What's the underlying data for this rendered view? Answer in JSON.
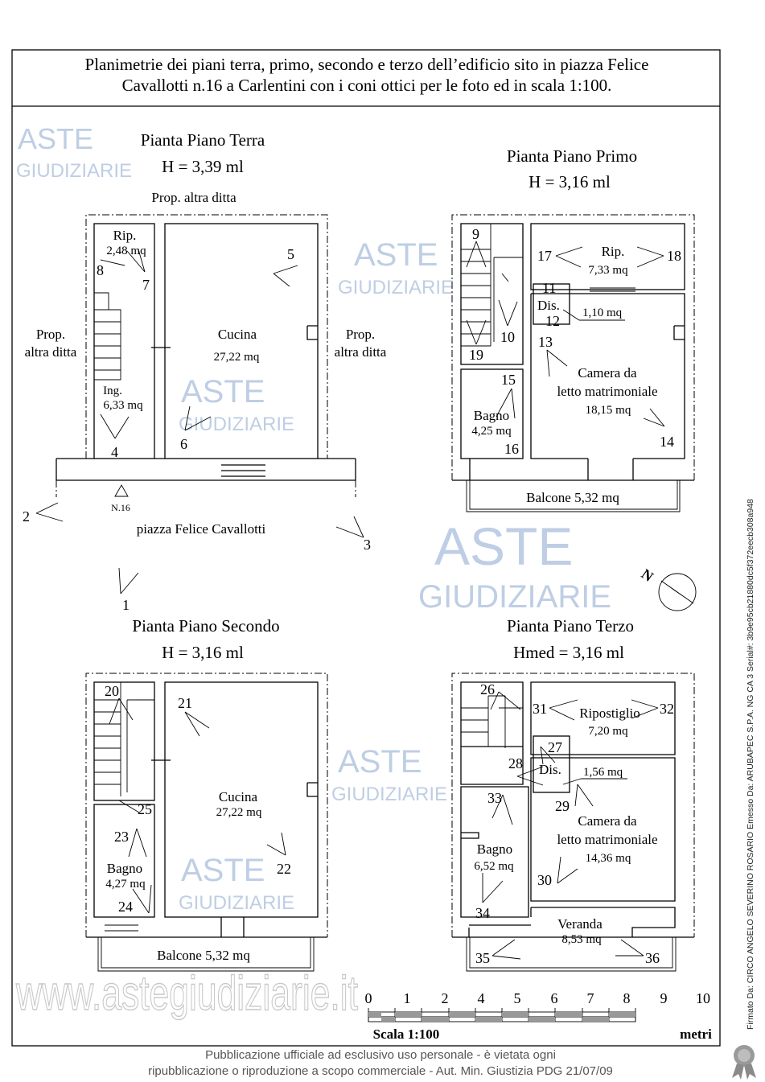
{
  "title": {
    "line1": "Planimetrie dei piani terra, primo, secondo e terzo dell’edificio sito in piazza Felice",
    "line2": "Cavallotti n.16 a Carlentini con i coni ottici per le foto ed in scala 1:100."
  },
  "terra": {
    "title": "Pianta Piano Terra",
    "height": "H = 3,39 ml",
    "prop_top": "Prop. altra ditta",
    "prop_left": [
      "Prop.",
      "altra ditta"
    ],
    "prop_right": [
      "Prop.",
      "altra ditta"
    ],
    "rip": [
      "Rip.",
      "2,48 mq"
    ],
    "cucina": [
      "Cucina",
      "27,22 mq"
    ],
    "ing": [
      "Ing.",
      "6,33 mq"
    ],
    "civic": "N.16",
    "street": "piazza Felice Cavallotti",
    "cams": [
      "1",
      "2",
      "3",
      "4",
      "5",
      "6",
      "7",
      "8"
    ]
  },
  "primo": {
    "title": "Pianta Piano Primo",
    "height": "H = 3,16 ml",
    "rip": [
      "Rip.",
      "7,33 mq"
    ],
    "dis": [
      "Dis.",
      "1,10 mq"
    ],
    "camera": [
      "Camera da",
      "letto matrimoniale",
      "18,15 mq"
    ],
    "bagno": [
      "Bagno",
      "4,25 mq"
    ],
    "balcone": "Balcone 5,32 mq",
    "cams": [
      "9",
      "10",
      "11",
      "12",
      "13",
      "14",
      "15",
      "16",
      "17",
      "18",
      "19"
    ]
  },
  "secondo": {
    "title": "Pianta Piano Secondo",
    "height": "H = 3,16 ml",
    "cucina": [
      "Cucina",
      "27,22 mq"
    ],
    "bagno": [
      "Bagno",
      "4,27 mq"
    ],
    "balcone": "Balcone 5,32 mq",
    "cams": [
      "20",
      "21",
      "22",
      "23",
      "24",
      "25"
    ]
  },
  "terzo": {
    "title": "Pianta Piano Terzo",
    "height": "Hmed = 3,16 ml",
    "ripostiglio": [
      "Ripostiglio",
      "7,20 mq"
    ],
    "dis": [
      "Dis.",
      "1,56 mq"
    ],
    "camera": [
      "Camera da",
      "letto matrimoniale",
      "14,36 mq"
    ],
    "bagno": [
      "Bagno",
      "6,52 mq"
    ],
    "veranda": [
      "Veranda",
      "8,53 mq"
    ],
    "cams": [
      "26",
      "27",
      "28",
      "29",
      "30",
      "31",
      "32",
      "33",
      "34",
      "35",
      "36"
    ]
  },
  "compass": {
    "label": "N"
  },
  "scale": {
    "ticks": [
      "0",
      "1",
      "2",
      "4",
      "5",
      "6",
      "7",
      "8",
      "9",
      "10"
    ],
    "caption": "Scala 1:100",
    "unit": "metri"
  },
  "watermark": {
    "brand1": "ASTE",
    "brand2": "GIUDIZIARIE",
    "url": "www.astegiudiziarie.it",
    "pub1": "Pubblicazione ufficiale ad esclusivo uso personale - è vietata ogni",
    "pub2": "ripubblicazione o riproduzione a scopo commerciale - Aut. Min. Giustizia PDG 21/07/09"
  },
  "signature": "Firmato Da: CIRCO ANGELO SEVERINO ROSARIO Emesso Da: ARUBAPEC S.P.A. NG CA 3 Serial#: 3b9e95cb21880dc5f372eecb308a948"
}
